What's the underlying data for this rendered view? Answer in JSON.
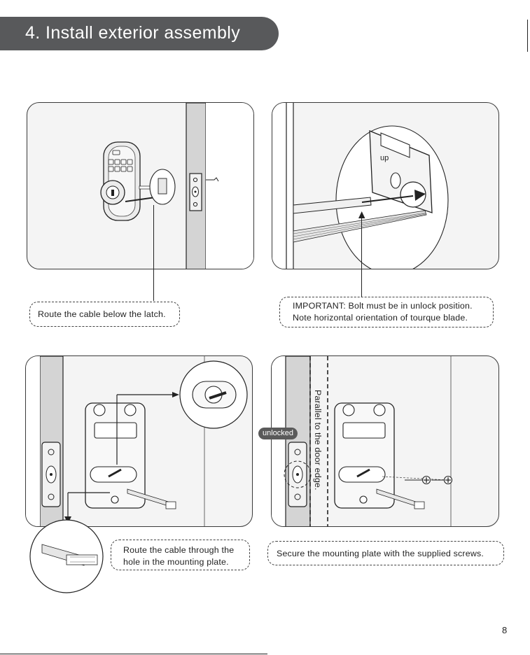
{
  "header": {
    "title": "4. Install exterior assembly"
  },
  "steps": [
    {
      "callout_lines": [
        "Route the cable below the latch."
      ]
    },
    {
      "callout_lines": [
        "IMPORTANT: Bolt must be in unlock position.",
        "Note horizontal orientation of tourque blade."
      ]
    },
    {
      "callout_lines": [
        "Route the cable through the",
        "hole in the mounting plate."
      ]
    },
    {
      "callout_lines": [
        "Secure the mounting plate with the supplied screws."
      ]
    }
  ],
  "annotations": {
    "door_edge_note": "Parallel to the door edge.",
    "unlocked_badge": "unlocked",
    "torque_blade_label": "up"
  },
  "page": {
    "number": "8"
  },
  "colors": {
    "banner": "#58595b",
    "line_art": "#222222",
    "panel_fill": "#f4f4f4"
  }
}
